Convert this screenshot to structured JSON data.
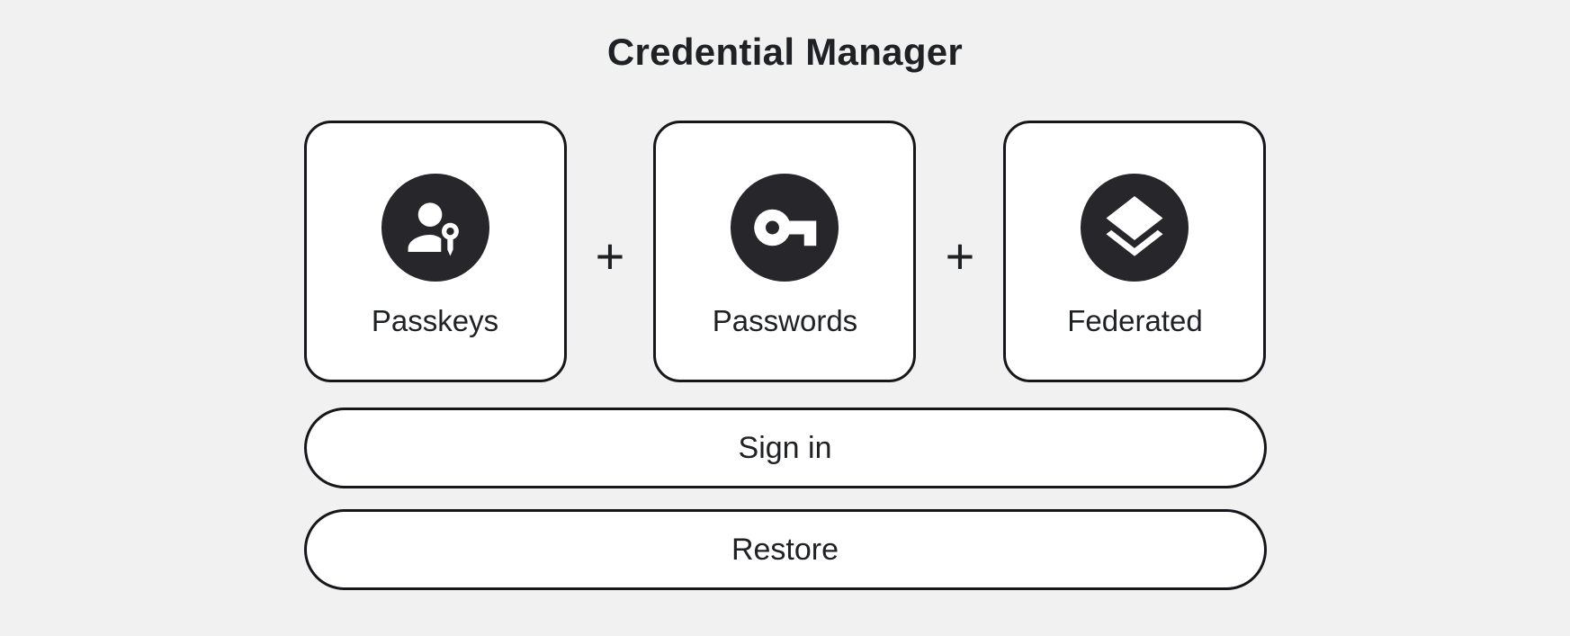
{
  "page": {
    "title": "Credential Manager"
  },
  "cards": [
    {
      "label": "Passkeys",
      "icon": "passkey-icon"
    },
    {
      "label": "Passwords",
      "icon": "key-icon"
    },
    {
      "label": "Federated",
      "icon": "layers-icon"
    }
  ],
  "separator": {
    "plus": "+"
  },
  "buttons": {
    "sign_in": "Sign in",
    "restore": "Restore"
  },
  "colors": {
    "page_bg": "#f1f1f1",
    "card_bg": "#ffffff",
    "outline": "#17171b",
    "icon_circle_bg": "#26262b",
    "icon_glyph": "#ffffff",
    "text": "#202124"
  }
}
